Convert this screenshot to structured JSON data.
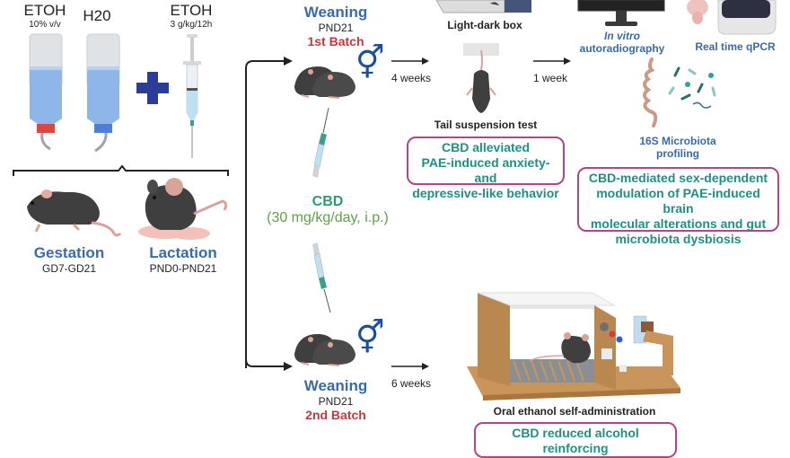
{
  "prenatal": {
    "bottle1": {
      "title": "ETOH",
      "dose": "10% v/v",
      "cap_color": "#d9473f"
    },
    "bottle2": {
      "title": "H20",
      "cap_color": "#4c7fd6"
    },
    "plus_color": "#2b3d99",
    "syringe": {
      "title": "ETOH",
      "dose": "3 g/kg/12h"
    },
    "gestation": {
      "title": "Gestation",
      "range": "GD7-GD21"
    },
    "lactation": {
      "title": "Lactation",
      "range": "PND0-PND21"
    }
  },
  "batch1": {
    "title": "Weaning",
    "pnd": "PND21",
    "batch": "1st Batch",
    "sex_symbol": "⚥",
    "arrow1_label": "4 weeks",
    "arrow2_label": "1 week"
  },
  "batch2": {
    "title": "Weaning",
    "pnd": "PND21",
    "batch": "2nd Batch",
    "sex_symbol": "⚥",
    "arrow_label": "6 weeks"
  },
  "treatment": {
    "title": "CBD",
    "dose": "(30 mg/kg/day, i.p.)"
  },
  "tests": {
    "light_dark": "Light-dark box",
    "tail": "Tail suspension test",
    "autorad_italic": "In vitro",
    "autorad": "autoradiography",
    "qpcr": "Real time qPCR",
    "micro1": "16S Microbiota",
    "micro2": "profiling",
    "oral": "Oral ethanol self-administration"
  },
  "results": {
    "behavior": [
      "CBD alleviated",
      "PAE-induced anxiety- and",
      "depressive-like behavior"
    ],
    "brain": [
      "CBD-mediated sex-dependent",
      "modulation of PAE-induced brain",
      "molecular alterations and gut",
      "microbiota dysbiosis"
    ],
    "alcohol": [
      "CBD reduced alcohol reinforcing"
    ]
  },
  "colors": {
    "accent_blue": "#3a6aa8",
    "batch_red": "#c0393b",
    "result_text": "#1f8f86",
    "result_border": "#b14585",
    "cbd_green": "#2f9a6a"
  }
}
